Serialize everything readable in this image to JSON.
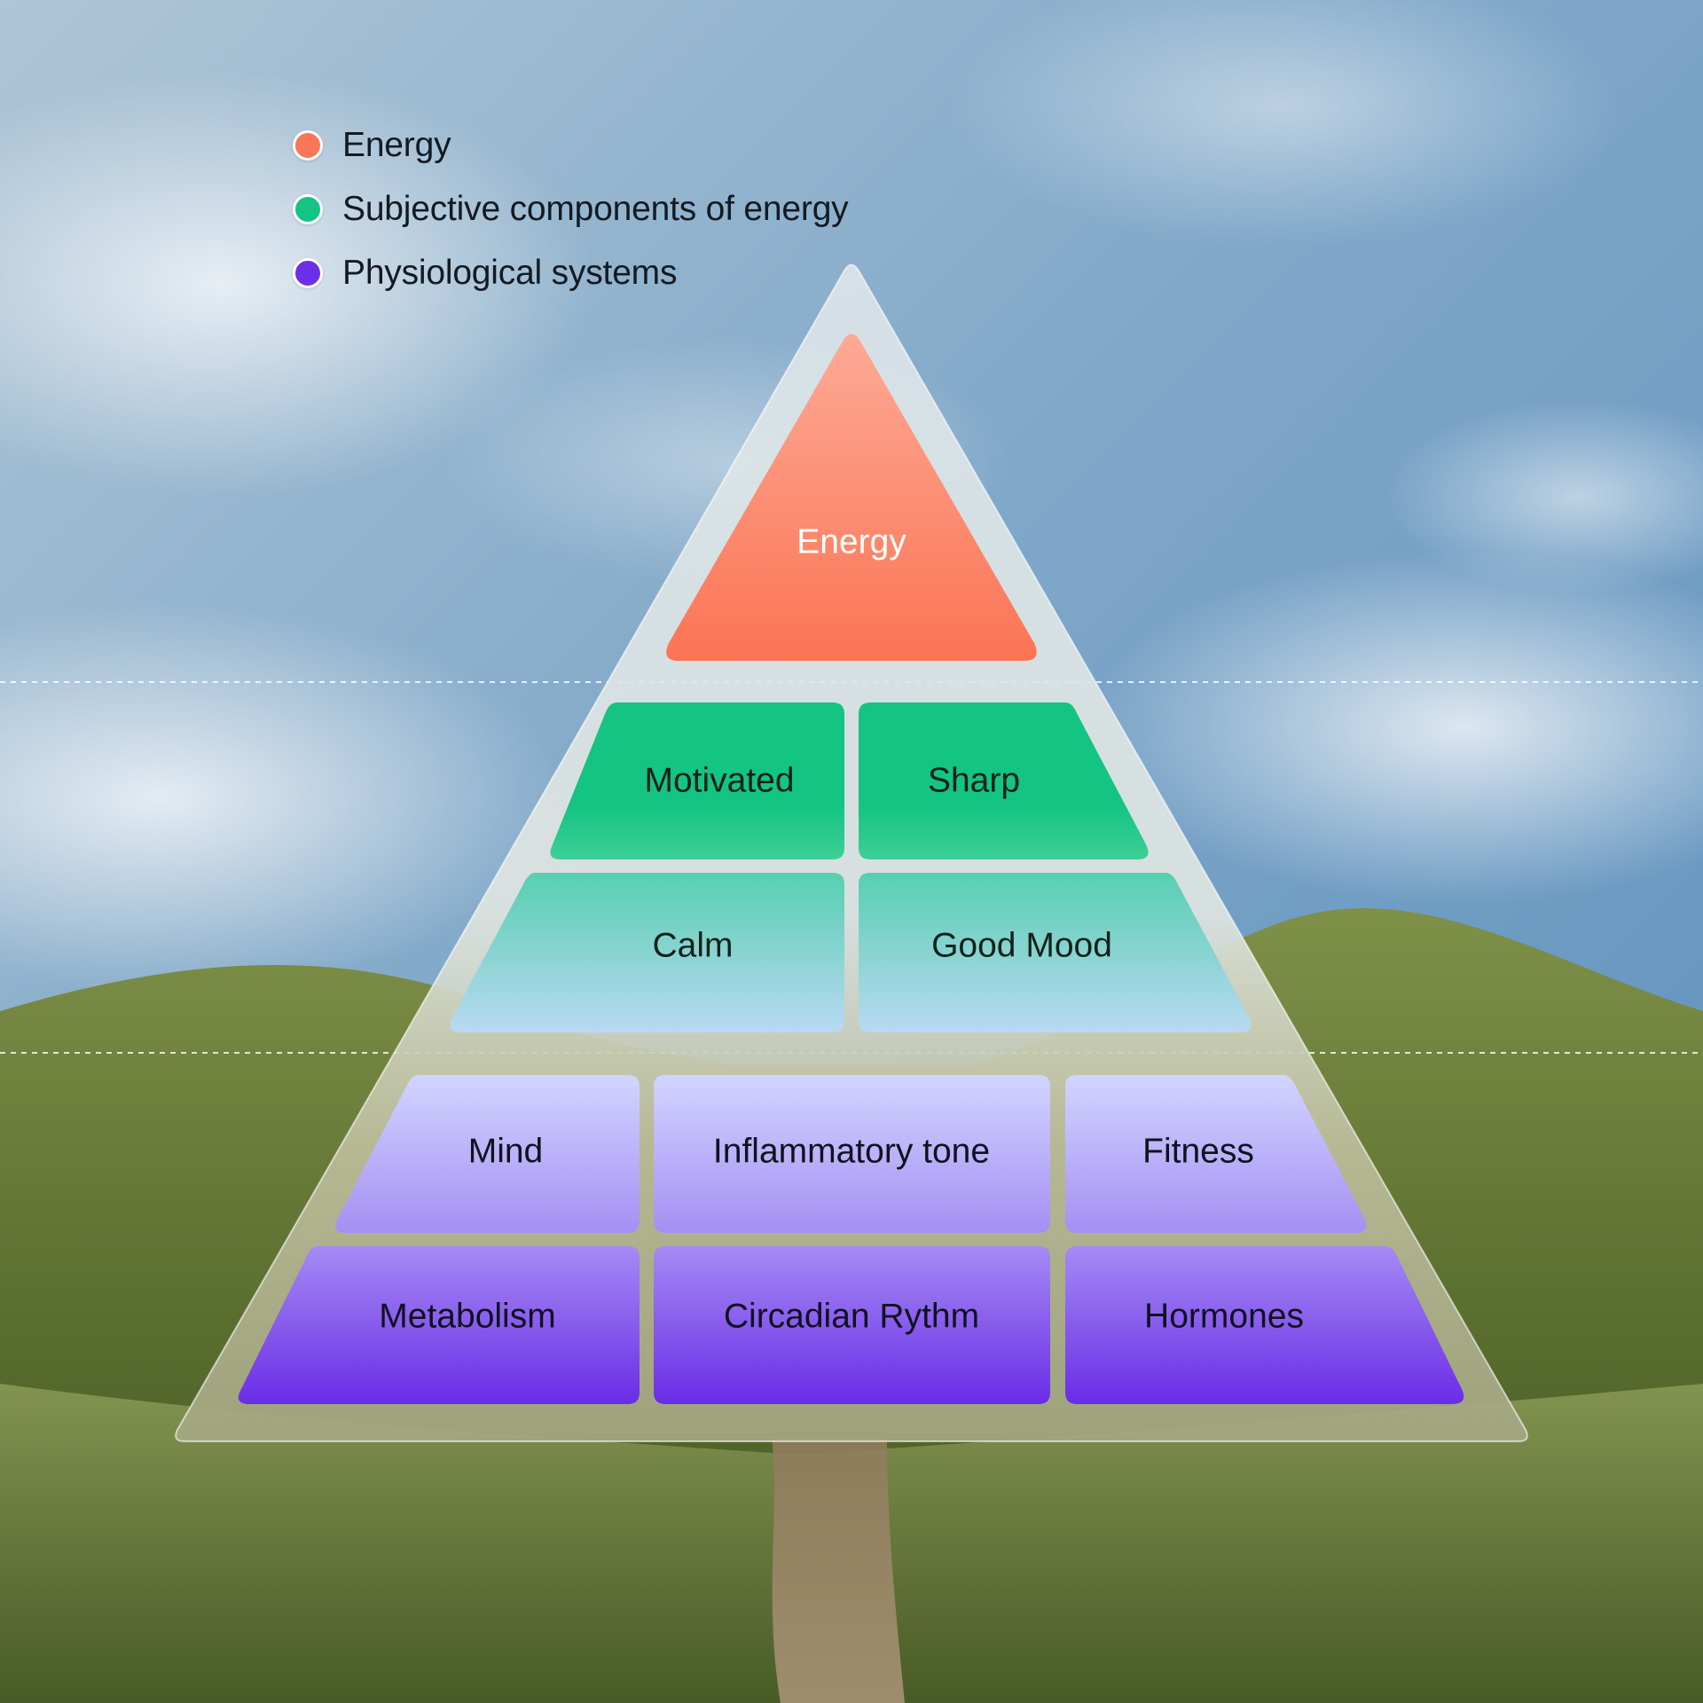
{
  "legend": {
    "items": [
      {
        "label": "Energy",
        "color": "#fb7658"
      },
      {
        "label": "Subjective components of energy",
        "color": "#13c482"
      },
      {
        "label": "Physiological systems",
        "color": "#6c2fe8"
      }
    ]
  },
  "pyramid": {
    "top": {
      "label": "Energy",
      "color": "#fb7658"
    },
    "subjective": {
      "row1": {
        "left": "Motivated",
        "right": "Sharp",
        "color": "#13c482"
      },
      "row2": {
        "left": "Calm",
        "right": "Good Mood",
        "color": "#68d1b8"
      }
    },
    "physiological": {
      "row1": {
        "left": "Mind",
        "center": "Inflammatory tone",
        "right": "Fitness",
        "color": "#b3a4f8"
      },
      "row2": {
        "left": "Metabolism",
        "center": "Circadian Rythm",
        "right": "Hormones",
        "color": "#6c2fe8"
      }
    }
  }
}
